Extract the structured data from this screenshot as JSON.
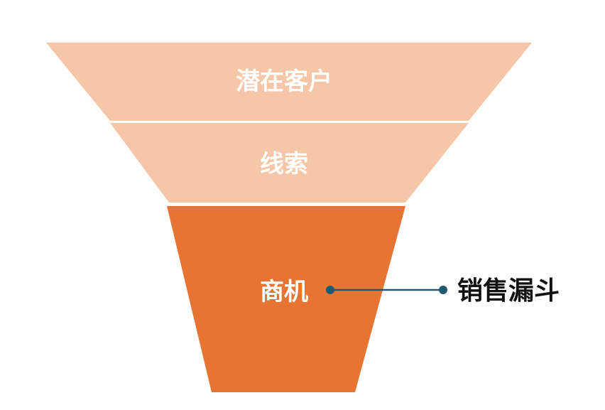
{
  "funnel": {
    "stages": [
      {
        "label": "潜在客户",
        "color": "#F5C6A8"
      },
      {
        "label": "线索",
        "color": "#F5C6A8"
      },
      {
        "label": "商机",
        "color": "#E87434"
      }
    ]
  },
  "callout": {
    "label": "销售漏斗",
    "line_color": "#1F5A72",
    "dot_color": "#1F5A72"
  }
}
